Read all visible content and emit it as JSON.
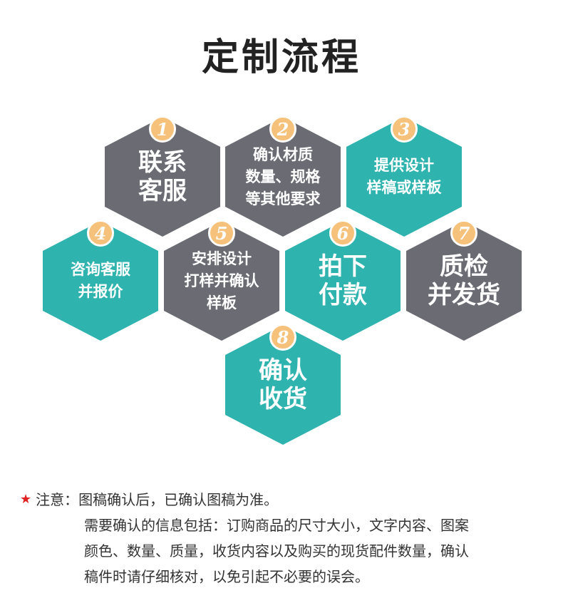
{
  "title": "定制流程",
  "colors": {
    "gray": "#6b6b74",
    "teal": "#2fb3ae",
    "badge": "#f6c17a"
  },
  "steps": [
    {
      "num": "1",
      "text": "联系\n客服",
      "color": "gray"
    },
    {
      "num": "2",
      "text": "确认材质\n数量、规格\n等其他要求",
      "color": "gray"
    },
    {
      "num": "3",
      "text": "提供设计\n样稿或样板",
      "color": "teal"
    },
    {
      "num": "4",
      "text": "咨询客服\n并报价",
      "color": "teal"
    },
    {
      "num": "5",
      "text": "安排设计\n打样并确认\n样板",
      "color": "gray"
    },
    {
      "num": "6",
      "text": "拍下\n付款",
      "color": "teal"
    },
    {
      "num": "7",
      "text": "质检\n并发货",
      "color": "gray"
    },
    {
      "num": "8",
      "text": "确认\n收货",
      "color": "teal"
    }
  ],
  "notice": {
    "icon": "star-icon",
    "label": "注意：",
    "first": "图稿确认后，已确认图稿为准。",
    "lines": [
      "需要确认的信息包括：订购商品的尺寸大小，文字内容、图案",
      "颜色、数量、质量，收货内容以及购买的现货配件数量，确认",
      "稿件时请仔细核对，以免引起不必要的误会。"
    ]
  }
}
